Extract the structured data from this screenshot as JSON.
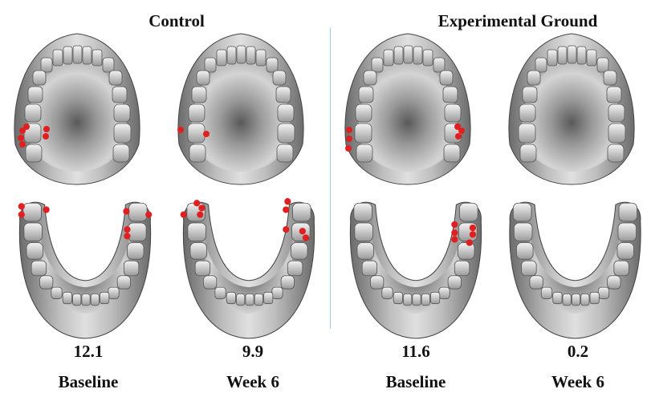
{
  "groups": [
    {
      "title": "Control"
    },
    {
      "title": "Experimental Ground"
    }
  ],
  "panels": [
    {
      "score": "12.1",
      "timepoint": "Baseline"
    },
    {
      "score": "9.9",
      "timepoint": "Week 6"
    },
    {
      "score": "11.6",
      "timepoint": "Baseline"
    },
    {
      "score": "0.2",
      "timepoint": "Week 6"
    }
  ],
  "colors": {
    "marker": "#e02020",
    "divider": "#9cc7e6",
    "gum_light": "#d8d8d8",
    "gum_dark": "#555555"
  }
}
